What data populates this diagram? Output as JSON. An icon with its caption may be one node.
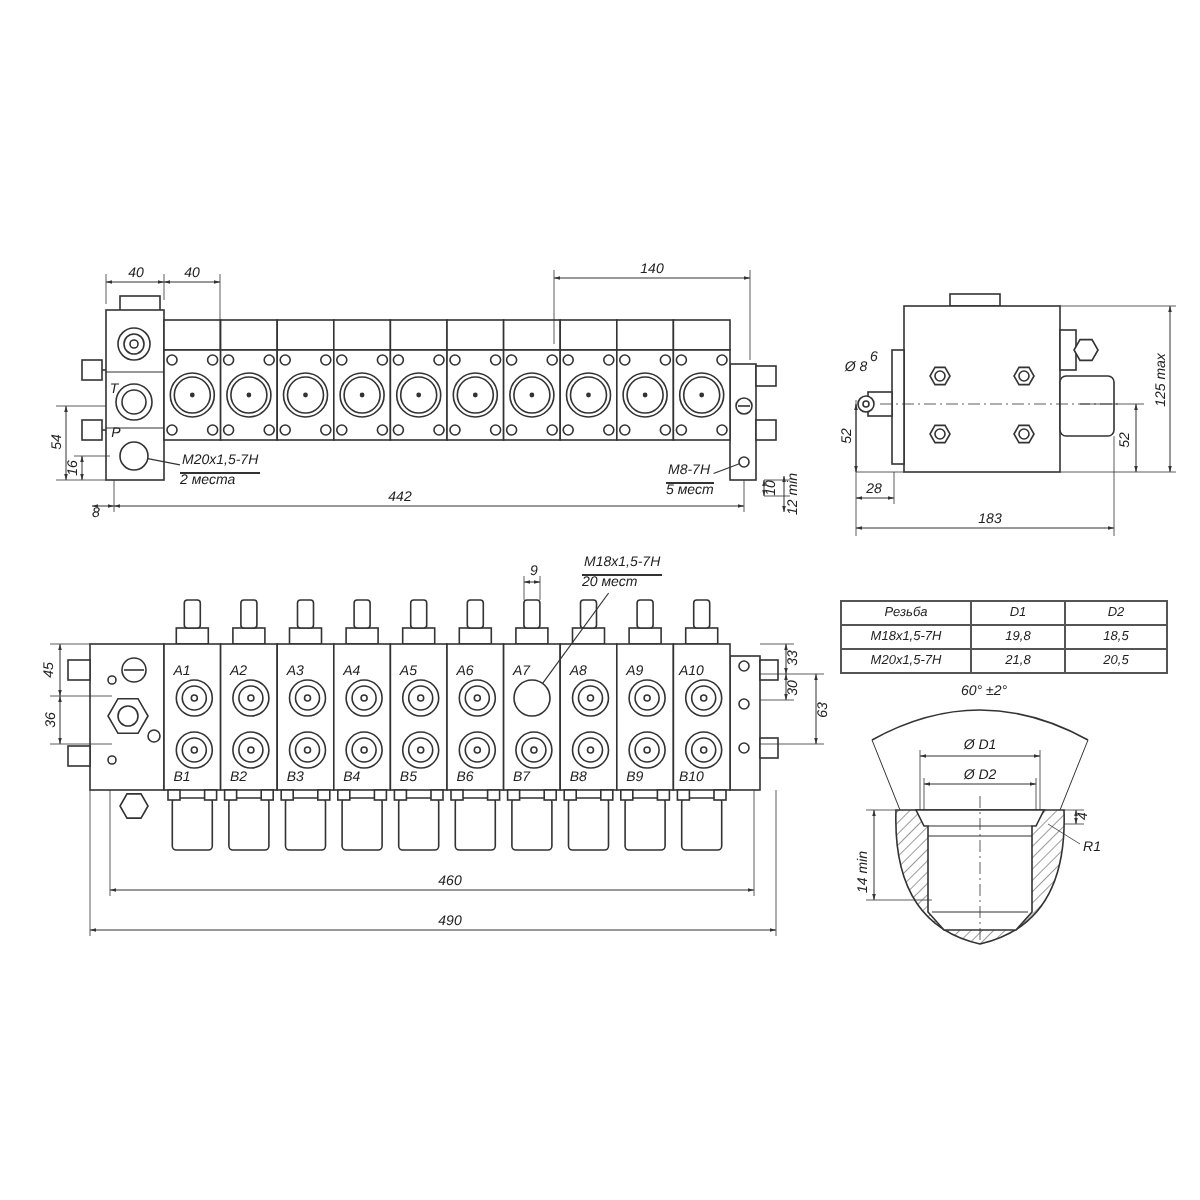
{
  "diagram": {
    "nodes": [
      {
        "text": [
          "M20x1,5-7H",
          "2 места"
        ]
      },
      {
        "text": [],
        "shape": "circle"
      },
      {
        "text": [
          "M8-7H",
          "5 мест"
        ]
      },
      {
        "text": [],
        "shape": "circle"
      },
      {
        "text": [
          "M18x1,5-7H",
          "20 мест"
        ]
      },
      {
        "text": [],
        "shape": "circle"
      }
    ],
    "edges": [
      {
        "from": 0,
        "to": 1,
        "arrow": "none"
      },
      {
        "from": 2,
        "to": 3,
        "arrow": "none"
      },
      {
        "from": 4,
        "to": 5,
        "arrow": "none"
      }
    ],
    "labels": [
      "40",
      "40",
      "140",
      "T",
      "P",
      "54",
      "16",
      "8",
      "442",
      "10",
      "12 min",
      "Ø 8",
      "6",
      "52",
      "28",
      "52",
      "125 max",
      "183",
      "9",
      "45",
      "36",
      "A1",
      "A2",
      "A3",
      "A4",
      "A5",
      "A6",
      "A7",
      "A8",
      "A9",
      "A10",
      "B1",
      "B2",
      "B3",
      "B4",
      "B5",
      "B6",
      "B7",
      "B8",
      "B9",
      "B10",
      "33",
      "30",
      "63",
      "460",
      "490",
      "Резьба",
      "D1",
      "D2",
      "M18x1,5-7H",
      "19,8",
      "18,5",
      "M20x1,5-7H",
      "21,8",
      "20,5",
      "60° ±2°",
      "Ø D1",
      "Ø D2",
      "4",
      "R1",
      "14 min"
    ]
  }
}
